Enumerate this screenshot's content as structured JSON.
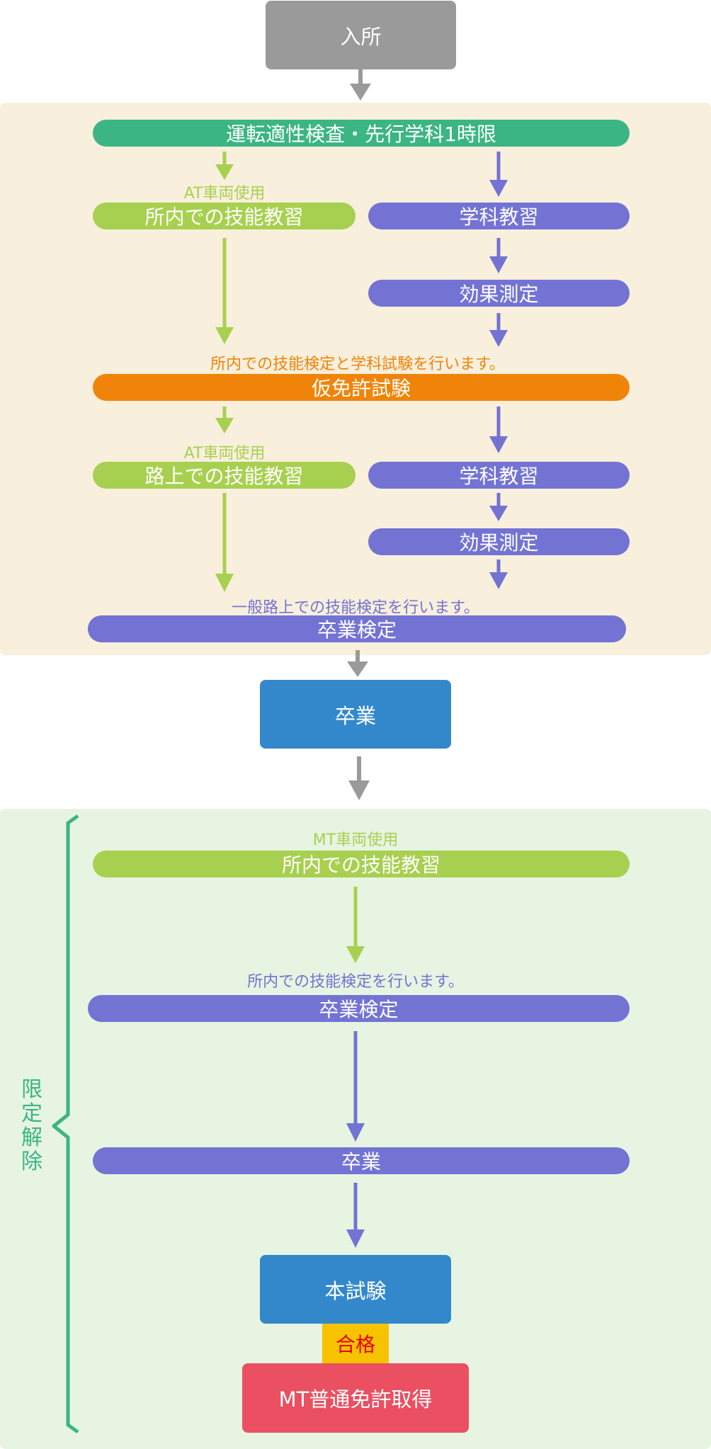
{
  "start": "入所",
  "stage1": {
    "aptitude": "運転適性検査・先行学科1時限",
    "at_note_1": "AT車両使用",
    "in_course": "所内での技能教習",
    "academic_1": "学科教習",
    "effect_1": "効果測定",
    "provisional_note": "所内での技能検定と学科試験を行います。",
    "provisional": "仮免許試験",
    "at_note_2": "AT車両使用",
    "on_road": "路上での技能教習",
    "academic_2": "学科教習",
    "effect_2": "効果測定",
    "graduation_note": "一般路上での技能検定を行います。",
    "graduation_exam": "卒業検定"
  },
  "graduation": "卒業",
  "stage2": {
    "side_label": "限定解除",
    "mt_note": "MT車両使用",
    "in_course": "所内での技能教習",
    "exam_note": "所内での技能検定を行います。",
    "graduation_exam": "卒業検定",
    "graduation": "卒業",
    "main_exam": "本試験",
    "pass": "合格",
    "license": "MT普通免許取得"
  },
  "colors": {
    "aptitude": "#3bb583",
    "practical": "#a8d050",
    "academic": "#7373d4",
    "provisional": "#f08409",
    "start": "#9a9a9a",
    "milestone": "#3388cb",
    "license": "#ea5061",
    "stage1_bg": "#f8efdc",
    "stage2_bg": "#e6f4e1"
  }
}
